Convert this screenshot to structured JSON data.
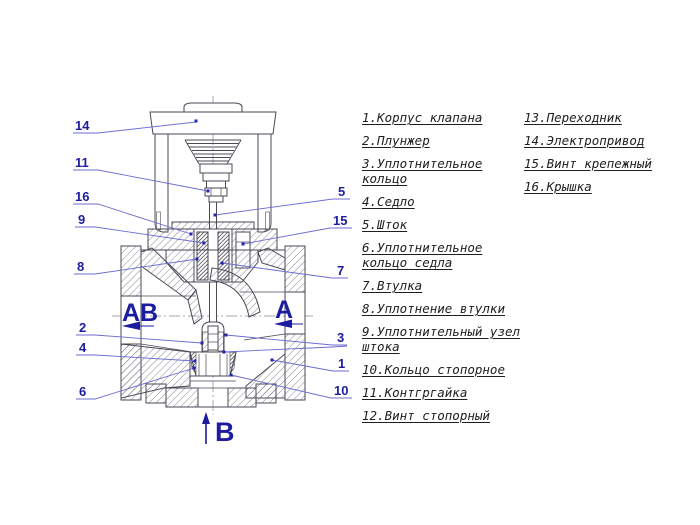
{
  "legend": {
    "left": [
      "1.Корпус клапана",
      "2.Плунжер",
      "3.Уплотнительное\nкольцо",
      "4.Седло",
      "5.Шток",
      "6.Уплотнительное\nкольцо седла",
      "7.Втулка",
      "8.Уплотнение втулки",
      "9.Уплотнительный узел\nштока",
      "10.Кольцо стопорное",
      "11.Контгргайка",
      "12.Винт стопорный"
    ],
    "right": [
      "13.Переходник",
      "14.Электропривод",
      "15.Винт крепежный",
      "16.Крышка"
    ]
  },
  "drawing": {
    "callouts_left": [
      "14",
      "11",
      "16",
      "9",
      "8",
      "2",
      "4",
      "6"
    ],
    "callouts_right": [
      "5",
      "15",
      "7",
      "3",
      "1",
      "10"
    ],
    "port_labels": {
      "left": "АВ",
      "right": "А",
      "bottom": "В"
    }
  },
  "colors": {
    "drawing_line": "#4a4a55",
    "leader_line": "#6b6bd1",
    "callout_text": "#1c1ca0",
    "legend_text": "#1f1f22",
    "background": "#ffffff"
  }
}
